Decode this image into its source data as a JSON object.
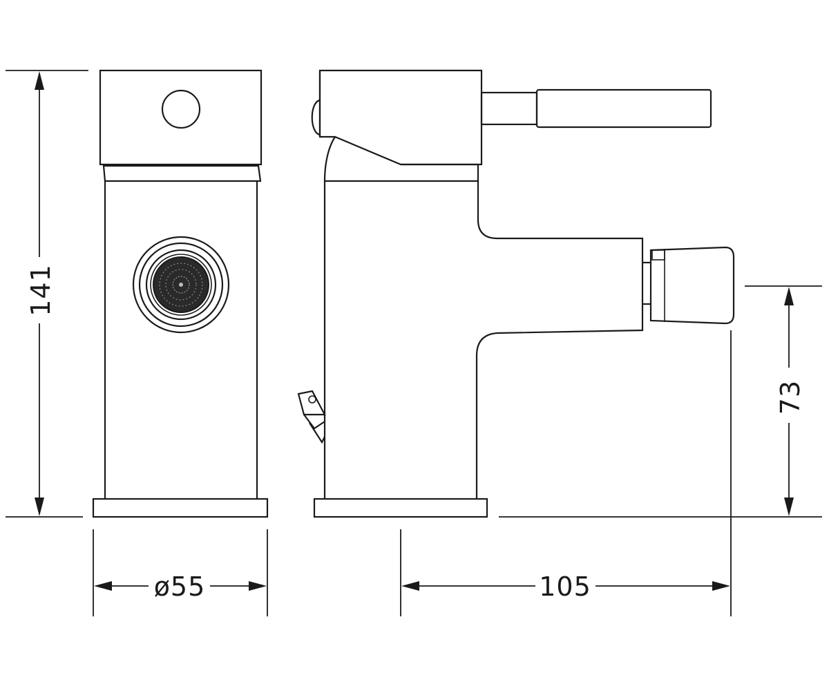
{
  "drawing": {
    "dimensions": {
      "height_total": "141",
      "outlet_height": "73",
      "base_diameter": "ø55",
      "projection": "105"
    }
  }
}
